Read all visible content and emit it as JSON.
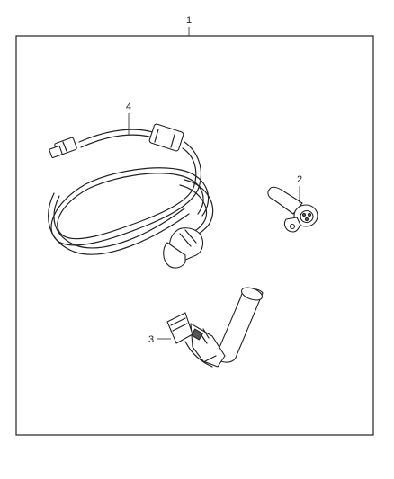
{
  "callouts": {
    "kit": "1",
    "part2": "2",
    "part3": "3",
    "part4": "4"
  },
  "colors": {
    "line": "#222222",
    "background": "#ffffff"
  }
}
